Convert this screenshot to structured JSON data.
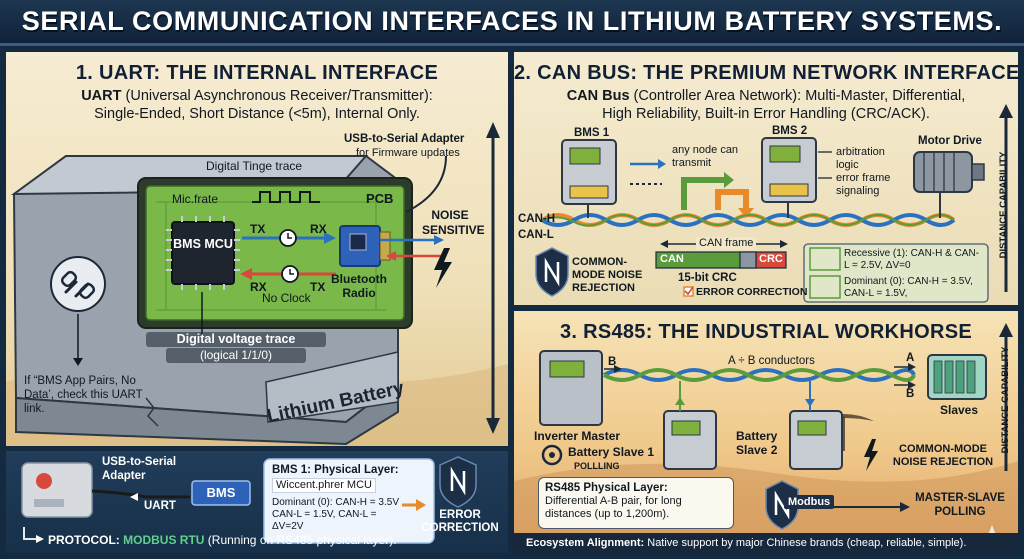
{
  "header": {
    "title": "SERIAL COMMUNICATION INTERFACES IN LITHIUM BATTERY SYSTEMS."
  },
  "uart": {
    "title": "1. UART: THE INTERNAL INTERFACE",
    "subtitle_bold": "UART",
    "subtitle_rest": " (Universal Asynchronous Receiver/Transmitter):",
    "subtitle_line2": "Single-Ended, Short Distance (<5m), Internal Only.",
    "usb_adapter": "USB-to-Serial Adapter",
    "usb_note": "for Firmware updates",
    "digital_trace": "Digital Tinge trace",
    "mic_frate": "Mic.frate",
    "pcb": "PCB",
    "mcu": "BMS MCU",
    "tx": "TX",
    "rx_right": "RX",
    "rx_left": "RX",
    "tx_right": "TX",
    "no_clock": "No Clock",
    "bluetooth": "Bluetooth Radio",
    "noise": "NOISE SENSITIVE",
    "voltage_trace": "Digital voltage trace",
    "voltage_logic": "(logical 1/1/0)",
    "battery": "Lithium Battery",
    "tip": "If “BMS App Pairs, No Data’, check this UART link."
  },
  "can": {
    "title": "2. CAN BUS: THE PREMIUM NETWORK INTERFACE",
    "subtitle_bold": "CAN Bus",
    "subtitle_rest": " (Controller Area Network): Multi-Master, Differential,",
    "subtitle_line2": "High Reliability, Built-in Error Handling (CRC/ACK).",
    "bms1": "BMS 1",
    "bms2": "BMS 2",
    "motor": "Motor Drive",
    "any_node": "any node can transmit",
    "arbitration": "arbitration logic",
    "error_frame": "error frame signaling",
    "can_h": "CAN-H",
    "can_l": "CAN-L",
    "can_frame": "CAN frame",
    "can_field": "CAN",
    "crc_field": "CRC",
    "crc_label": "15-bit CRC",
    "error_correction": "ERROR CORRECTION",
    "noise": "COMMON-MODE NOISE REJECTION",
    "recessive": "Recessive (1): CAN-H & CAN-L = 2.5V, ΔV=0",
    "dominant": "Dominant (0): CAN-H = 3.5V, CAN-L = 1.5V,",
    "distance": "DISTANCE CAPABILITY"
  },
  "rs485": {
    "title": "3. RS485: THE INDUSTRIAL WORKHORSE",
    "a_b": "A ÷ B conductors",
    "b_label": "B",
    "a_label": "A",
    "b_label2": "B",
    "inverter": "Inverter Master",
    "slave1": "Battery Slave 1",
    "polling_small": "POLLLING",
    "slave2": "Battery Slave 2",
    "slaves": "Slaves",
    "noise": "COMMON-MODE NOISE REJECTION",
    "phys_title": "RS485 Physical Layer:",
    "phys_body": "Differential A-B pair, for long distances (up to 1,200m).",
    "modbus": "Modbus",
    "master_slave": "MASTER-SLAVE POLLING",
    "distance": "DISTANCE CAPABILITY",
    "eco_bold": "Ecosystem Alignment:",
    "eco_rest": " Native support by major Chinese brands (cheap, reliable, simple)."
  },
  "bottom": {
    "usb_adapter": "USB-to-Serial Adapter",
    "uart": "UART",
    "bms": "BMS",
    "phys_title": "BMS 1: Physical Layer:",
    "phys_mcu": "Wiccent.phrer MCU",
    "dominant": "Dominant (0): CAN-H = 3.5V CAN-L = 1.5V, CAN-L = ΔV=2V",
    "error": "ERROR CORRECTION",
    "protocol_label": "PROTOCOL:",
    "protocol_value": "MODBUS RTU",
    "protocol_rest": " (Running on RS485 physical layer)."
  },
  "colors": {
    "navy": "#112036",
    "green_pcb": "#7ab84a",
    "can_green": "#5a9c3c",
    "can_red": "#d8493b",
    "orange": "#e8892a",
    "blue": "#2a72c0"
  }
}
